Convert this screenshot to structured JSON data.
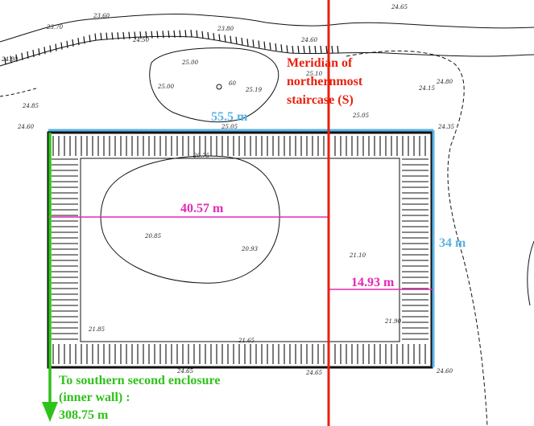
{
  "meridian_label": [
    "Meridian of",
    "northernmost",
    "staircase (S)"
  ],
  "dimensions": {
    "length": "55.5 m",
    "width": "34 m",
    "to_meridian_west": "40.57 m",
    "to_meridian_east": "14.93 m"
  },
  "southern_label": [
    "To southern second enclosure",
    "(inner wall) :",
    "308.75 m"
  ],
  "spot_heights": [
    "23.60",
    "24.65",
    "23.70",
    "23.80",
    "24.50",
    "24.60",
    "24.80",
    "24.85",
    "25.00",
    "25.10",
    "24.15",
    "24.80",
    "25.00",
    "25.19",
    "24.60",
    "25.05",
    "25.05",
    "24.35",
    "20.75",
    "20.85",
    "20.93",
    "21.10",
    "21.85",
    "21.90",
    "21.65",
    "24.65",
    "24.65",
    "24.60"
  ],
  "spot_height_marker": "60",
  "colors": {
    "meridian": "#e8200e",
    "measurement_blue": "#5ab4e6",
    "measurement_magenta": "#e22ab8",
    "southern_green": "#2fc21a",
    "survey_ink": "#111111"
  }
}
